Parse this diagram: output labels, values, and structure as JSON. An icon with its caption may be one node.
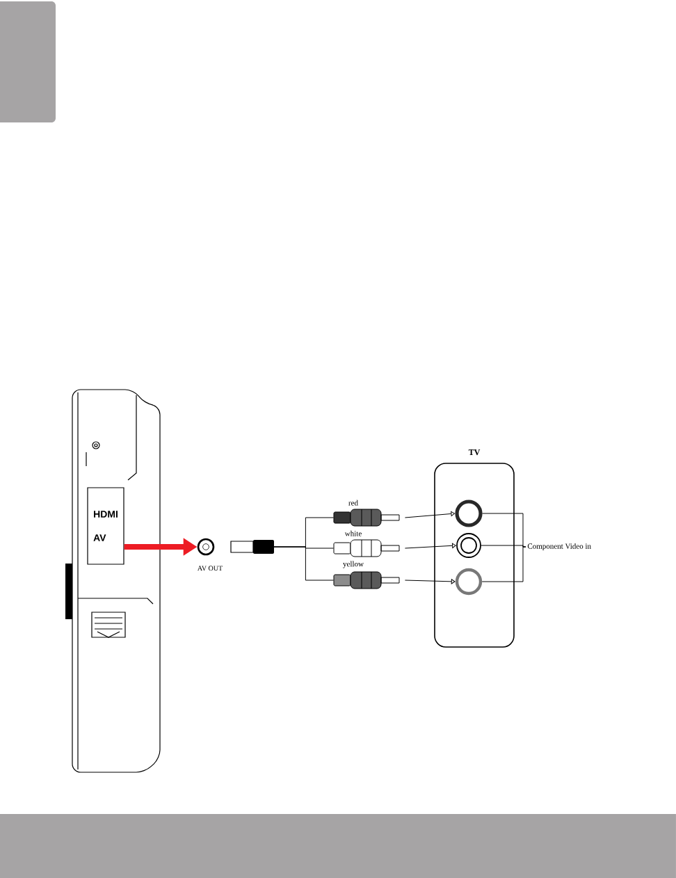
{
  "diagram": {
    "nodes": [
      {
        "text": [
          "HDMI",
          "AV"
        ]
      },
      {
        "text": [
          "AV OUT"
        ]
      },
      {
        "text": [],
        "shape": "box"
      },
      {
        "text": [
          "red"
        ]
      },
      {
        "text": [
          "white"
        ]
      },
      {
        "text": [
          "yellow"
        ]
      },
      {
        "text": [
          "TV"
        ]
      },
      {
        "text": [],
        "shape": "circle",
        "in": 6
      },
      {
        "text": [],
        "shape": "circle",
        "in": 6
      },
      {
        "text": [],
        "shape": "circle",
        "in": 6
      },
      {
        "text": [
          "Component Video in"
        ]
      }
    ],
    "edges": [
      {
        "from": 0,
        "to": 1,
        "arrow": "to",
        "style": "thick",
        "color": "#ed1c24"
      },
      {
        "from": 2,
        "to": 3,
        "arrow": "none"
      },
      {
        "from": 2,
        "to": 4,
        "arrow": "none"
      },
      {
        "from": 2,
        "to": 5,
        "arrow": "none"
      },
      {
        "from": 3,
        "to": 7,
        "arrow": "to"
      },
      {
        "from": 4,
        "to": 8,
        "arrow": "to"
      },
      {
        "from": 5,
        "to": 9,
        "arrow": "to"
      },
      {
        "from": 10,
        "to": 7,
        "arrow": "none"
      },
      {
        "from": 10,
        "to": 8,
        "arrow": "none"
      },
      {
        "from": 10,
        "to": 9,
        "arrow": "none"
      }
    ]
  }
}
